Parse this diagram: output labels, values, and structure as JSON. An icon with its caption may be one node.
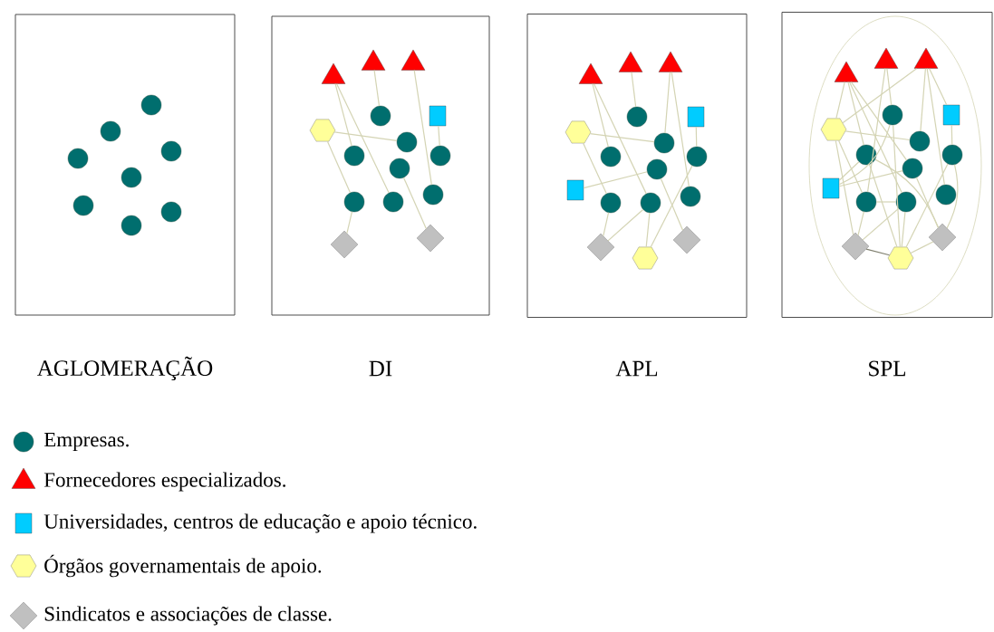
{
  "diagram": {
    "nodes": [
      {
        "text": [
          "AGLOMERAÇÃO"
        ]
      },
      {
        "text": [
          "DI"
        ]
      },
      {
        "text": [
          "APL"
        ]
      },
      {
        "text": [
          "SPL"
        ]
      },
      {
        "text": [],
        "shape": "circle",
        "in": 0
      },
      {
        "text": [],
        "shape": "circle",
        "in": 0
      },
      {
        "text": [],
        "shape": "circle",
        "in": 0
      },
      {
        "text": [],
        "shape": "circle",
        "in": 0
      },
      {
        "text": [],
        "shape": "circle",
        "in": 0
      },
      {
        "text": [],
        "shape": "circle",
        "in": 0
      },
      {
        "text": [],
        "shape": "circle",
        "in": 0
      },
      {
        "text": [],
        "shape": "circle",
        "in": 0
      },
      {
        "text": [],
        "shape": "triangle",
        "in": 1
      },
      {
        "text": [],
        "shape": "triangle",
        "in": 1
      },
      {
        "text": [],
        "shape": "triangle",
        "in": 1
      },
      {
        "text": [],
        "shape": "circle",
        "in": 1
      },
      {
        "text": [],
        "shape": "box",
        "in": 1
      },
      {
        "text": [],
        "shape": "hexagon",
        "in": 1
      },
      {
        "text": [],
        "shape": "circle",
        "in": 1
      },
      {
        "text": [],
        "shape": "circle",
        "in": 1
      },
      {
        "text": [],
        "shape": "circle",
        "in": 1
      },
      {
        "text": [],
        "shape": "circle",
        "in": 1
      },
      {
        "text": [],
        "shape": "circle",
        "in": 1
      },
      {
        "text": [],
        "shape": "circle",
        "in": 1
      },
      {
        "text": [],
        "shape": "circle",
        "in": 1
      },
      {
        "text": [],
        "shape": "diamond",
        "in": 1
      },
      {
        "text": [],
        "shape": "diamond",
        "in": 1
      },
      {
        "text": [],
        "shape": "triangle",
        "in": 2
      },
      {
        "text": [],
        "shape": "triangle",
        "in": 2
      },
      {
        "text": [],
        "shape": "triangle",
        "in": 2
      },
      {
        "text": [],
        "shape": "circle",
        "in": 2
      },
      {
        "text": [],
        "shape": "box",
        "in": 2
      },
      {
        "text": [],
        "shape": "hexagon",
        "in": 2
      },
      {
        "text": [],
        "shape": "circle",
        "in": 2
      },
      {
        "text": [],
        "shape": "circle",
        "in": 2
      },
      {
        "text": [],
        "shape": "circle",
        "in": 2
      },
      {
        "text": [],
        "shape": "circle",
        "in": 2
      },
      {
        "text": [],
        "shape": "box",
        "in": 2
      },
      {
        "text": [],
        "shape": "circle",
        "in": 2
      },
      {
        "text": [],
        "shape": "circle",
        "in": 2
      },
      {
        "text": [],
        "shape": "circle",
        "in": 2
      },
      {
        "text": [],
        "shape": "diamond",
        "in": 2
      },
      {
        "text": [],
        "shape": "diamond",
        "in": 2
      },
      {
        "text": [],
        "shape": "hexagon",
        "in": 2
      },
      {
        "text": [],
        "shape": "ellipse",
        "in": 3
      },
      {
        "text": [],
        "shape": "triangle",
        "in": 44
      },
      {
        "text": [],
        "shape": "triangle",
        "in": 44
      },
      {
        "text": [],
        "shape": "triangle",
        "in": 44
      },
      {
        "text": [],
        "shape": "circle",
        "in": 44
      },
      {
        "text": [],
        "shape": "box",
        "in": 44
      },
      {
        "text": [],
        "shape": "hexagon",
        "in": 44
      },
      {
        "text": [],
        "shape": "circle",
        "in": 44
      },
      {
        "text": [],
        "shape": "circle",
        "in": 44
      },
      {
        "text": [],
        "shape": "circle",
        "in": 44
      },
      {
        "text": [],
        "shape": "circle",
        "in": 44
      },
      {
        "text": [],
        "shape": "box",
        "in": 44
      },
      {
        "text": [],
        "shape": "circle",
        "in": 44
      },
      {
        "text": [],
        "shape": "circle",
        "in": 44
      },
      {
        "text": [],
        "shape": "circle",
        "in": 44
      },
      {
        "text": [],
        "shape": "diamond",
        "in": 44
      },
      {
        "text": [],
        "shape": "diamond",
        "in": 44
      },
      {
        "text": [],
        "shape": "hexagon",
        "in": 44
      }
    ],
    "edges": [
      {
        "from": 14,
        "to": 19,
        "arrow": "none"
      },
      {
        "from": 14,
        "to": 24,
        "arrow": "none"
      },
      {
        "from": 12,
        "to": 15,
        "arrow": "none"
      },
      {
        "from": 13,
        "to": 22,
        "arrow": "none"
      },
      {
        "from": 16,
        "to": 20,
        "arrow": "none"
      },
      {
        "from": 17,
        "to": 18,
        "arrow": "none"
      },
      {
        "from": 17,
        "to": 23,
        "arrow": "none"
      },
      {
        "from": 21,
        "to": 26,
        "arrow": "none"
      },
      {
        "from": 23,
        "to": 25,
        "arrow": "none"
      },
      {
        "from": 29,
        "to": 34,
        "arrow": "none"
      },
      {
        "from": 29,
        "to": 40,
        "arrow": "none"
      },
      {
        "from": 27,
        "to": 30,
        "arrow": "none"
      },
      {
        "from": 28,
        "to": 33,
        "arrow": "none"
      },
      {
        "from": 28,
        "to": 38,
        "arrow": "none"
      },
      {
        "from": 31,
        "to": 35,
        "arrow": "none"
      },
      {
        "from": 32,
        "to": 33,
        "arrow": "none"
      },
      {
        "from": 32,
        "to": 39,
        "arrow": "none"
      },
      {
        "from": 37,
        "to": 36,
        "arrow": "none"
      },
      {
        "from": 36,
        "to": 42,
        "arrow": "none"
      },
      {
        "from": 39,
        "to": 41,
        "arrow": "none"
      },
      {
        "from": 40,
        "to": 41,
        "arrow": "none"
      },
      {
        "from": 40,
        "to": 43,
        "arrow": "none"
      },
      {
        "from": 35,
        "to": 43,
        "arrow": "none"
      },
      {
        "from": 47,
        "to": 50,
        "arrow": "none"
      },
      {
        "from": 47,
        "to": 52,
        "arrow": "none"
      },
      {
        "from": 47,
        "to": 58,
        "arrow": "none"
      },
      {
        "from": 47,
        "to": 54,
        "arrow": "none"
      },
      {
        "from": 45,
        "to": 48,
        "arrow": "none"
      },
      {
        "from": 45,
        "to": 57,
        "arrow": "none"
      },
      {
        "from": 46,
        "to": 50,
        "arrow": "none"
      },
      {
        "from": 46,
        "to": 51,
        "arrow": "none"
      },
      {
        "from": 46,
        "to": 56,
        "arrow": "none"
      },
      {
        "from": 46,
        "to": 49,
        "arrow": "none"
      },
      {
        "from": 49,
        "to": 53,
        "arrow": "none"
      },
      {
        "from": 50,
        "to": 51,
        "arrow": "none"
      },
      {
        "from": 50,
        "to": 57,
        "arrow": "none"
      },
      {
        "from": 50,
        "to": 59,
        "arrow": "none"
      },
      {
        "from": 55,
        "to": 54,
        "arrow": "none"
      },
      {
        "from": 55,
        "to": 48,
        "arrow": "none"
      },
      {
        "from": 55,
        "to": 52,
        "arrow": "none"
      },
      {
        "from": 52,
        "to": 60,
        "arrow": "none"
      },
      {
        "from": 57,
        "to": 58,
        "arrow": "none"
      },
      {
        "from": 57,
        "to": 59,
        "arrow": "none"
      },
      {
        "from": 58,
        "to": 59,
        "arrow": "none"
      },
      {
        "from": 58,
        "to": 61,
        "arrow": "none"
      },
      {
        "from": 53,
        "to": 61,
        "arrow": "none"
      },
      {
        "from": 54,
        "to": 60,
        "arrow": "none"
      },
      {
        "from": 59,
        "to": 61,
        "arrow": "none",
        "color": "#808070"
      },
      {
        "from": 61,
        "to": 60,
        "arrow": "none"
      },
      {
        "from": 48,
        "to": 61,
        "arrow": "none"
      },
      {
        "from": 53,
        "to": 60,
        "arrow": "none"
      },
      {
        "from": 52,
        "to": 61,
        "arrow": "none"
      }
    ],
    "legend": [
      {
        "text": "Empresas."
      },
      {
        "text": "Fornecedores especializados."
      },
      {
        "text": "Universidades, centros de educação e apoio técnico."
      },
      {
        "text": "Órgãos governamentais de apoio."
      },
      {
        "text": "Sindicatos e associações de classe."
      }
    ]
  }
}
